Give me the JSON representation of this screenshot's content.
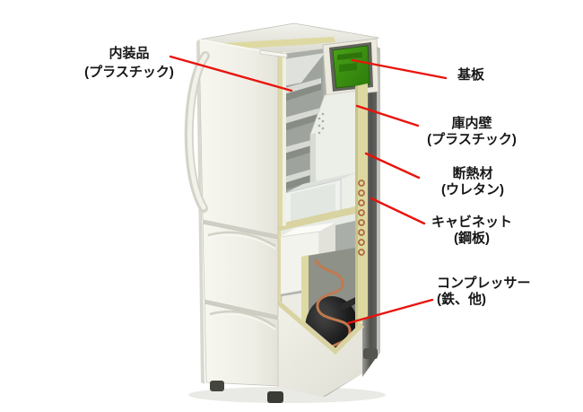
{
  "diagram": {
    "background_color": "#ffffff",
    "callout_color": "#e8140c",
    "colors": {
      "body_cream": "#f1f0e8",
      "insulation_yellow": "#ded9a2",
      "pcb_green": "#3a9410",
      "steel_gray": "#6b6b67",
      "copper": "#bf7a52"
    },
    "labels": {
      "interior_parts": {
        "line1": "内装品",
        "line2": "(プラスチック)"
      },
      "circuit_board": {
        "line1": "基板"
      },
      "inner_wall": {
        "line1": "庫内壁",
        "line2": "(プラスチック)"
      },
      "insulation": {
        "line1": "断熱材",
        "line2": "(ウレタン)"
      },
      "cabinet": {
        "line1": "キャビネット",
        "line2": "(鋼板)"
      },
      "compressor": {
        "line1": "コンプレッサー",
        "line2": "(鉄、他)"
      }
    }
  }
}
